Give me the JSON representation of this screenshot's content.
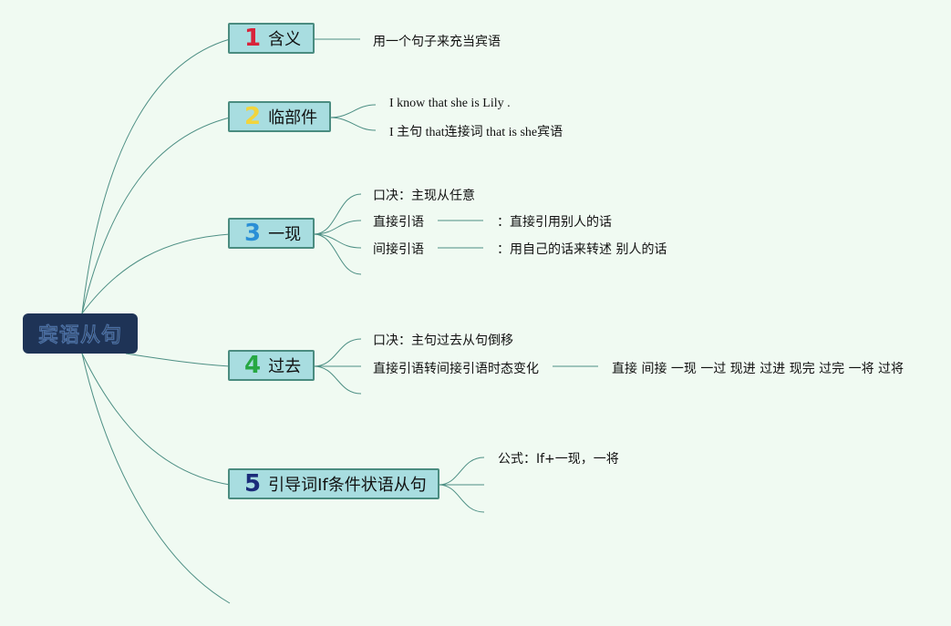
{
  "root": {
    "label": "宾语从句"
  },
  "topics": [
    {
      "num": "1",
      "num_color": "#d8233a",
      "label": "含义",
      "children": [
        {
          "text": "用一个句子来充当宾语"
        }
      ]
    },
    {
      "num": "2",
      "num_color": "#f2d43c",
      "label": "临部件",
      "children": [
        {
          "text": "I know that she is Lily ."
        },
        {
          "text": "I 主句 that连接词 that is she宾语"
        }
      ]
    },
    {
      "num": "3",
      "num_color": "#2a8fd6",
      "label": "一现",
      "children": [
        {
          "text": "口决：主现从任意"
        },
        {
          "text": "直接引语",
          "sub": "：直接引用别人的话"
        },
        {
          "text": "间接引语",
          "sub": "：用自己的话来转述 别人的话"
        }
      ]
    },
    {
      "num": "4",
      "num_color": "#27a843",
      "label": "过去",
      "children": [
        {
          "text": "口决：主句过去从句倒移"
        },
        {
          "text": "直接引语转间接引语时态变化",
          "sub": "直接 间接 一现 一过 现进 过进 现完 过完 一将 过将"
        }
      ]
    },
    {
      "num": "5",
      "num_color": "#1b2b7a",
      "label": "引导词If条件状语从句",
      "children": [
        {
          "text": "公式：If+一现，一将"
        }
      ]
    }
  ]
}
